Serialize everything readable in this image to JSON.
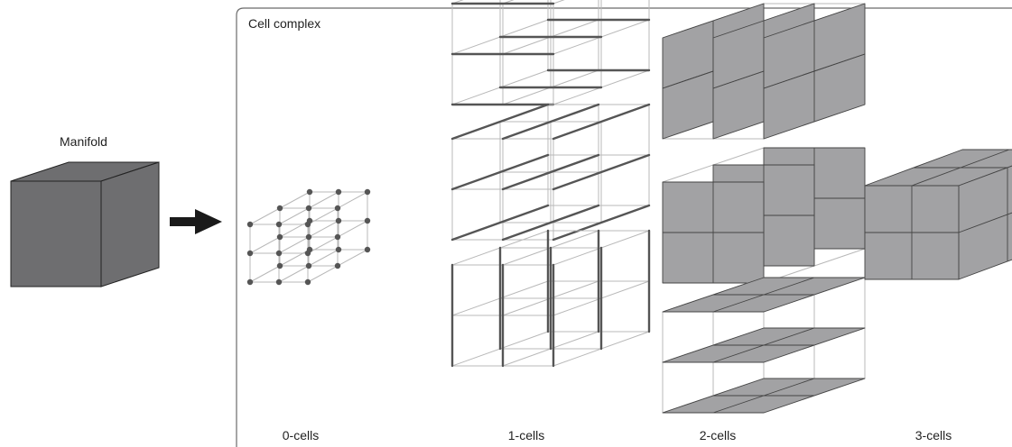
{
  "manifold": {
    "label": "Manifold",
    "fill": "#6e6e70"
  },
  "panel": {
    "title": "Cell complex",
    "column_labels": [
      "0-cells",
      "1-cells",
      "2-cells",
      "3-cells"
    ]
  },
  "colors": {
    "thin_edge": "#b8b8b8",
    "thick_edge": "#555555",
    "vertex": "#555555",
    "face": "#a2a2a4",
    "face_edge": "#444444",
    "arrow": "#1a1a1a",
    "border": "#6a6a6a"
  }
}
